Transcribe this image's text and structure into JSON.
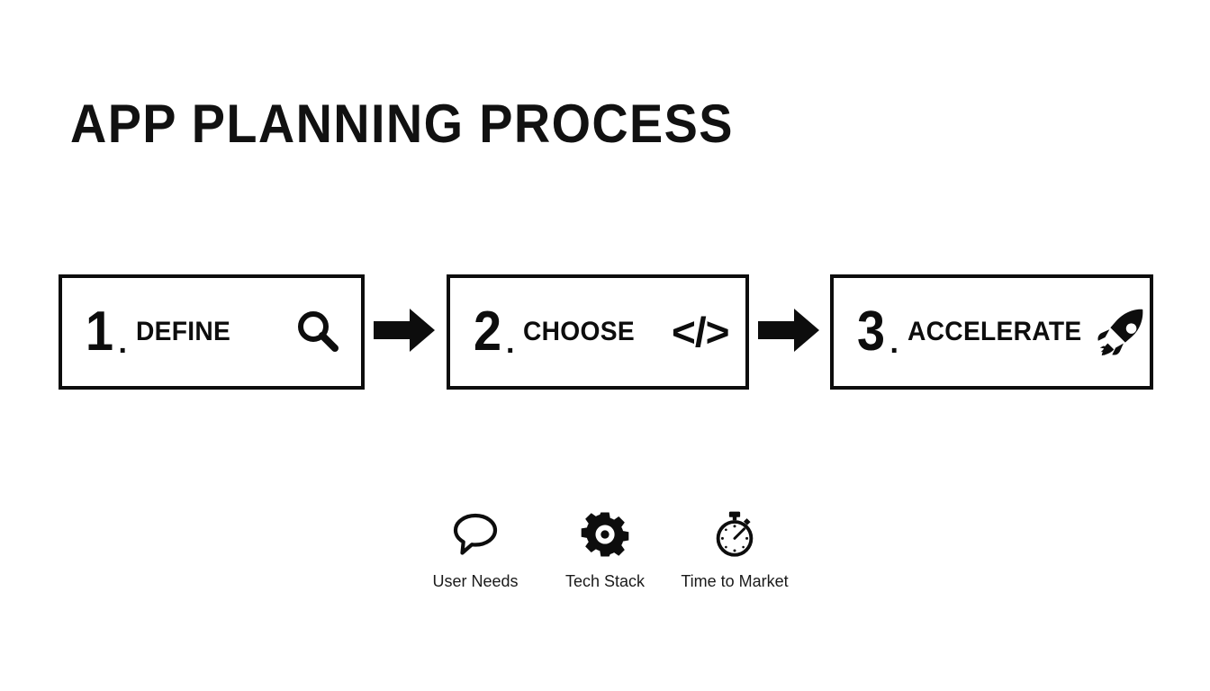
{
  "slide": {
    "title": "APP PLANNING PROCESS",
    "background_color": "#ffffff",
    "ink_color": "#111111"
  },
  "steps": [
    {
      "number": "1",
      "separator": ".",
      "label": "DEFINE",
      "icon": "magnifier-icon"
    },
    {
      "number": "2",
      "separator": ".",
      "label": "CHOOSE",
      "icon": "code-brackets-icon",
      "icon_glyph": "</>"
    },
    {
      "number": "3",
      "separator": ".",
      "label": "ACCELERATE",
      "icon": "rocket-icon"
    }
  ],
  "connectors": [
    {
      "icon": "arrow-right-icon"
    },
    {
      "icon": "arrow-right-icon"
    }
  ],
  "features": [
    {
      "label": "User Needs",
      "icon": "speech-bubble-icon"
    },
    {
      "label": "Tech Stack",
      "icon": "gear-icon"
    },
    {
      "label": "Time to Market",
      "icon": "stopwatch-icon"
    }
  ]
}
